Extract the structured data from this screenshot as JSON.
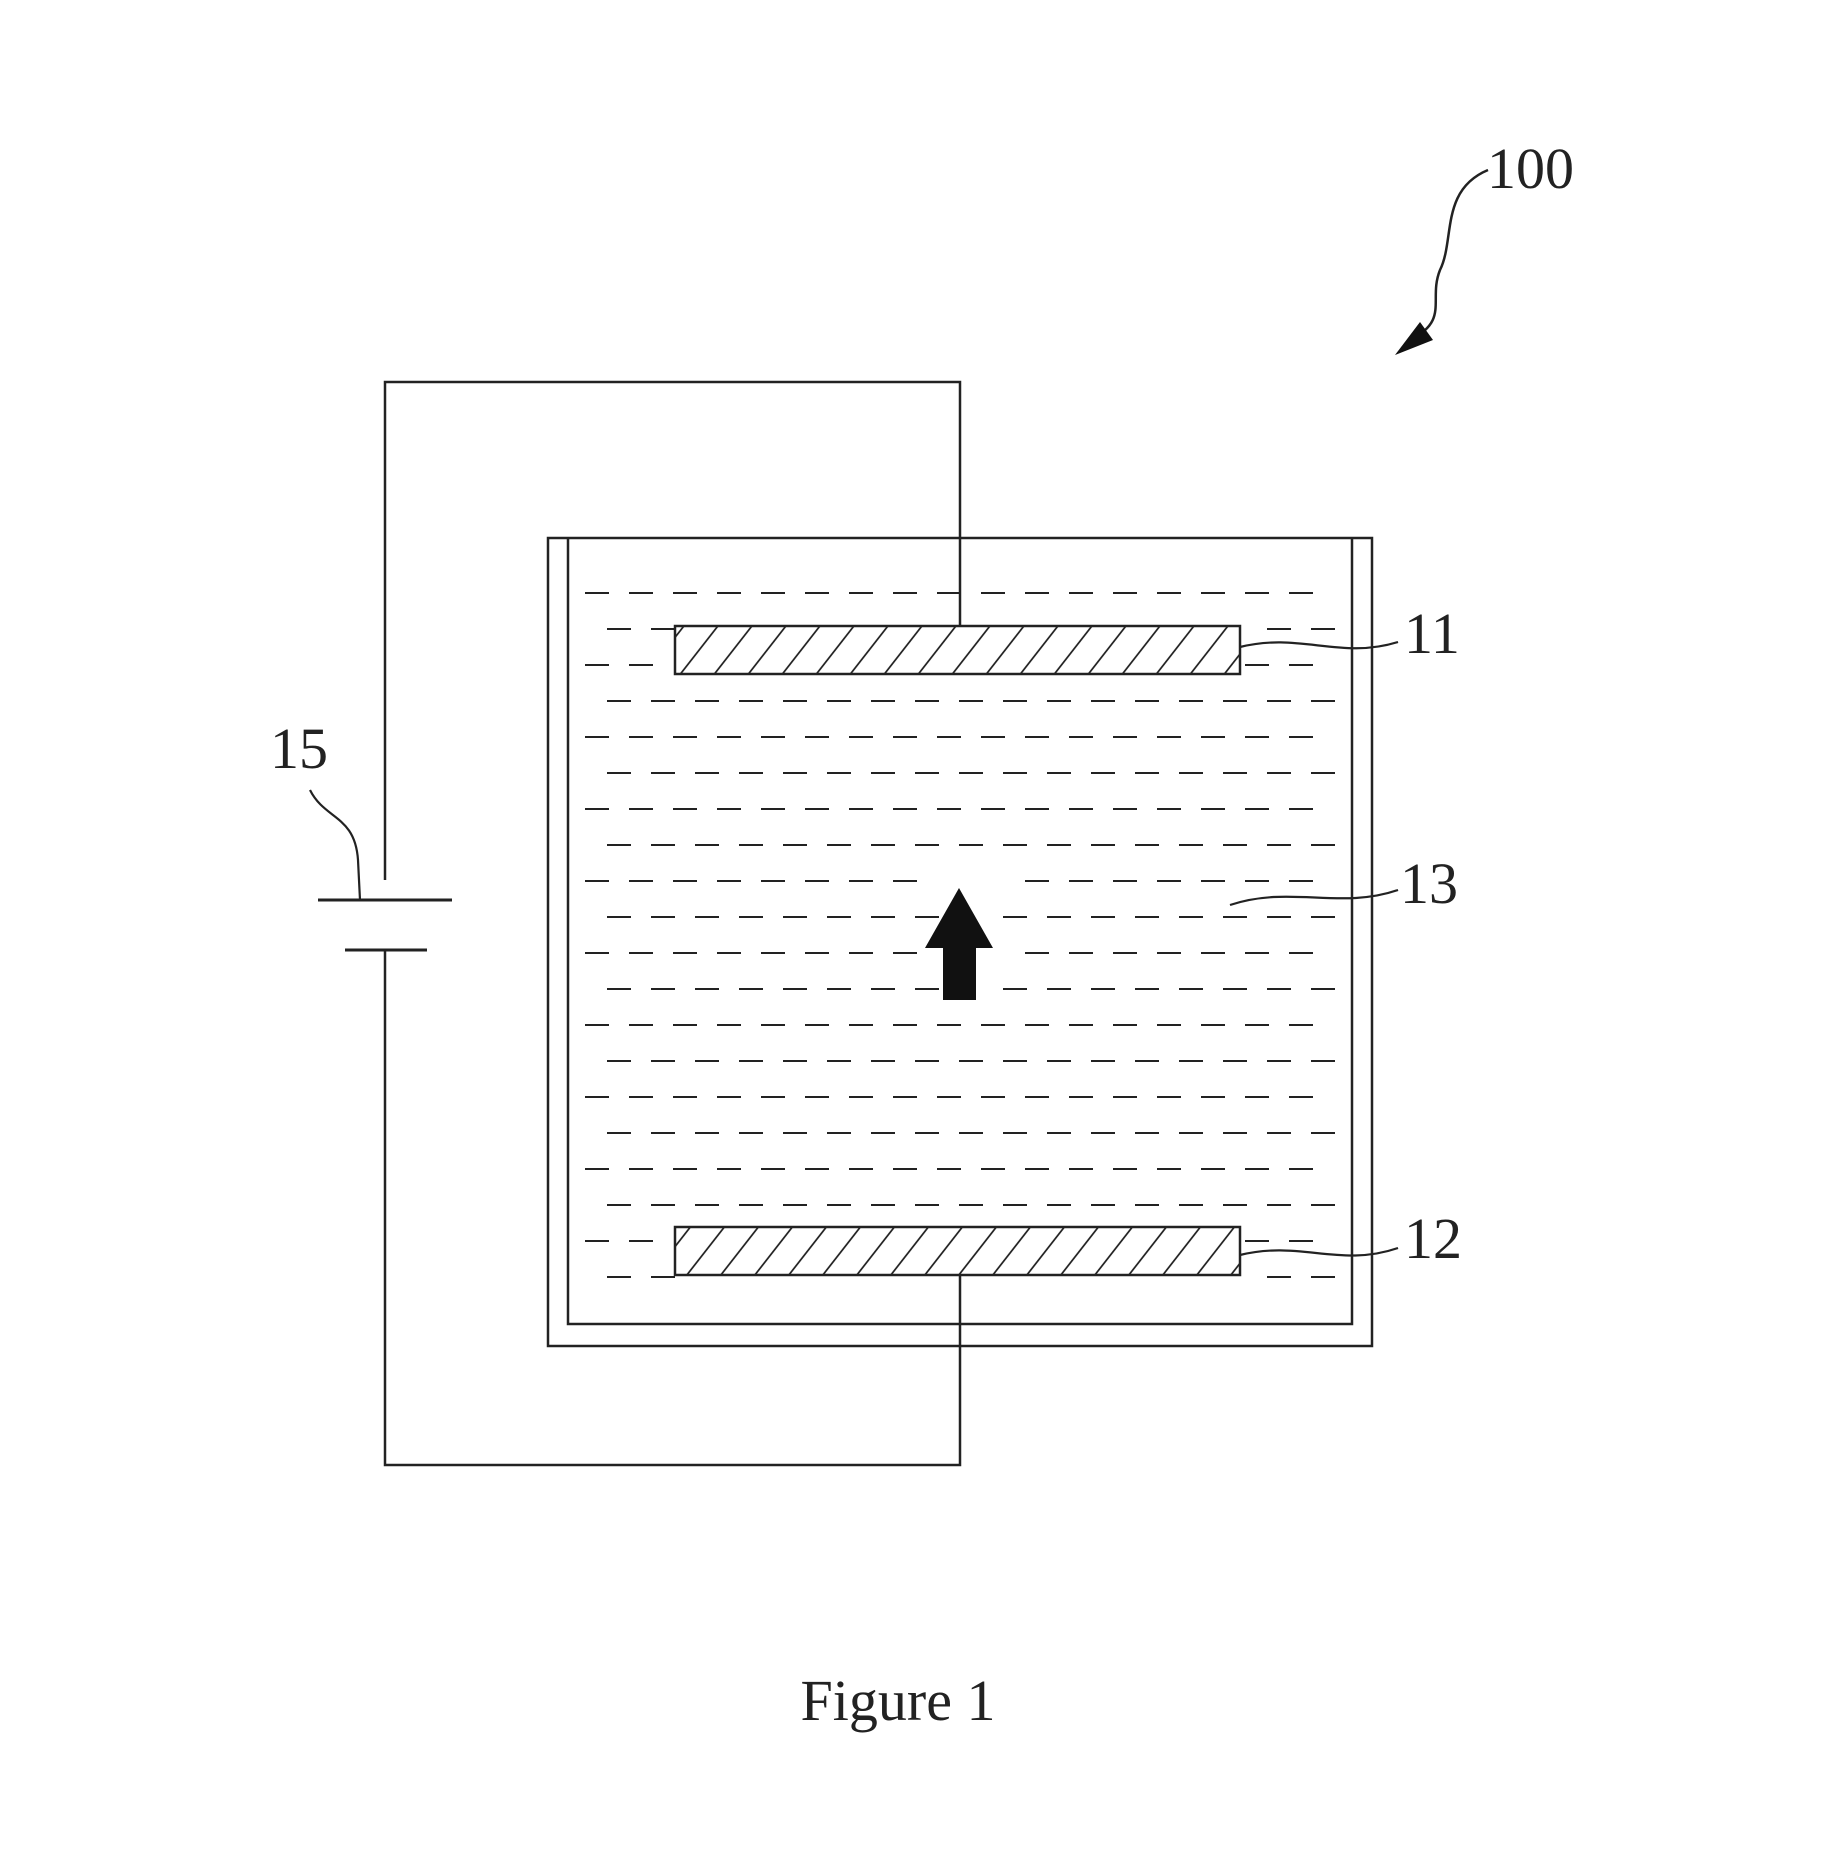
{
  "figure": {
    "reference_labels": {
      "device": "100",
      "electrode_top": "11",
      "electrode_bottom": "12",
      "liquid": "13",
      "power_source": "15"
    },
    "caption": "Figure 1"
  },
  "colors": {
    "line": "#222222",
    "fill": "#111111",
    "background": "#ffffff"
  }
}
